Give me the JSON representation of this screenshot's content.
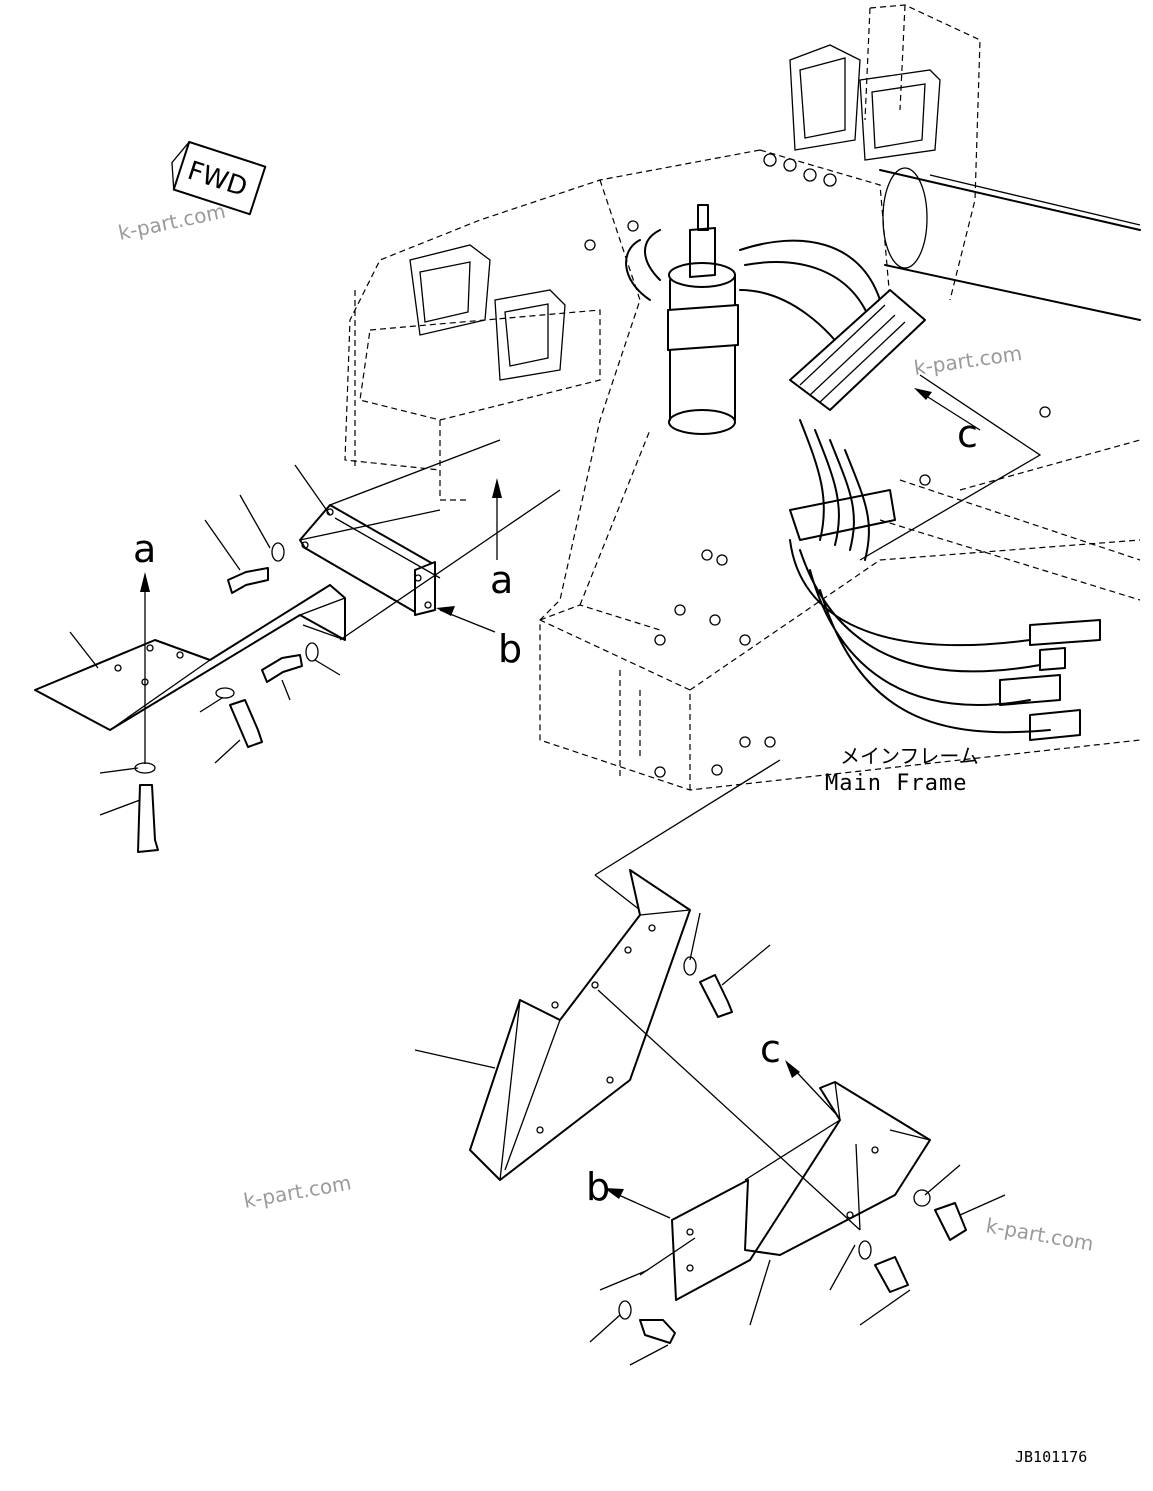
{
  "diagram": {
    "fwd_label": "FWD",
    "main_frame_label_jp": "メインフレーム",
    "main_frame_label_en": "Main Frame",
    "drawing_code": "JB101176",
    "ref_labels": {
      "a_top": "a",
      "a_left": "a",
      "b_right": "b",
      "b_bottom": "b",
      "c_right": "c",
      "c_bottom": "c"
    },
    "watermarks": [
      "k-part.com",
      "k-part.com",
      "k-part.com",
      "k-part.com"
    ]
  }
}
